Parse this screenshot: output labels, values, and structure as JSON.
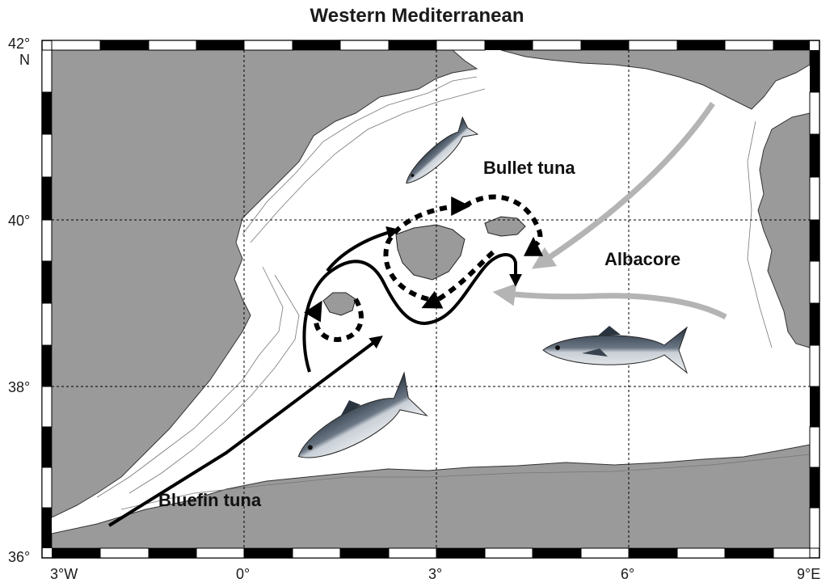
{
  "title": "Western Mediterranean",
  "axes": {
    "lat_labels": [
      {
        "label": "42°"
      },
      {
        "label": "N"
      },
      {
        "label": "40°"
      },
      {
        "label": "38°"
      },
      {
        "label": "36°"
      }
    ],
    "lon_labels": [
      {
        "label": "3°W"
      },
      {
        "label": "0°"
      },
      {
        "label": "3°"
      },
      {
        "label": "6°"
      },
      {
        "label": "9°E"
      }
    ],
    "lat_range": [
      36,
      42
    ],
    "lon_range": [
      -3,
      9
    ],
    "grid": true
  },
  "species": {
    "bullet": "Bullet tuna",
    "albacore": "Albacore",
    "bluefin": "Bluefin tuna"
  },
  "colors": {
    "land": "#9a9a9a",
    "sea": "#ffffff",
    "bluefin_route": "#000000",
    "albacore_route": "#b4b4b4",
    "frame_dark": "#000000",
    "frame_light": "#ffffff"
  }
}
